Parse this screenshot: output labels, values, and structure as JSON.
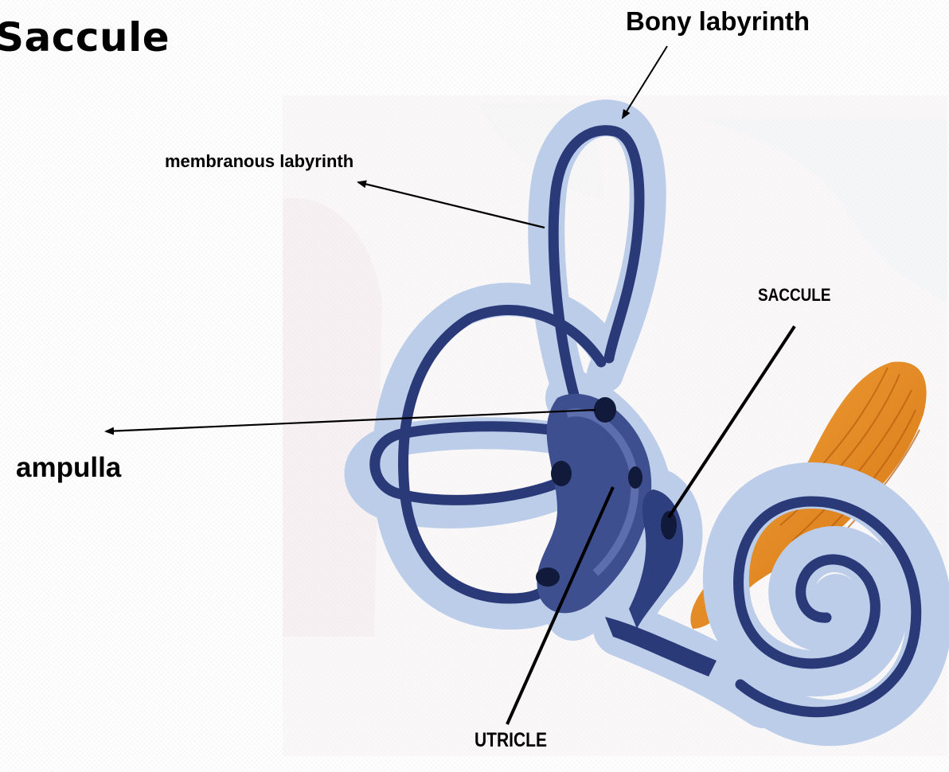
{
  "slide": {
    "title": "Saccule"
  },
  "labels": {
    "bony_labyrinth": "Bony labyrinth",
    "membranous_labyrinth": "membranous labyrinth",
    "ampulla": "ampulla",
    "saccule": "SACCULE",
    "utricle": "UTRICLE"
  },
  "colors": {
    "membranous_duct": "#2a3a78",
    "bony_wall": "#b8cae6",
    "nerve": "#e08a1e",
    "leader_line": "#000000"
  }
}
